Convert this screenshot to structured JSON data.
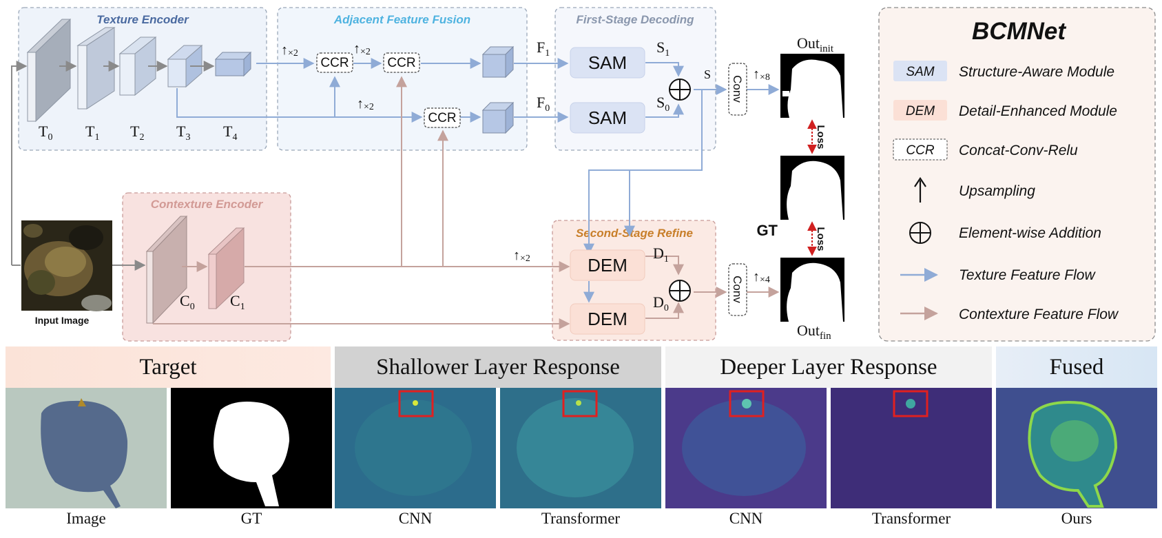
{
  "regions": {
    "texture_encoder": "Texture Encoder",
    "adjacent_fusion": "Adjacent Feature Fusion",
    "first_stage": "First-Stage Decoding",
    "contexture_encoder": "Contexture Encoder",
    "second_stage": "Second-Stage Refine"
  },
  "nodes": {
    "sam": "SAM",
    "dem": "DEM",
    "ccr": "CCR",
    "conv": "Conv",
    "input_image": "Input Image",
    "gt": "GT",
    "loss": "Loss"
  },
  "subscripts": {
    "t0": "0",
    "t1": "1",
    "t2": "2",
    "t3": "3",
    "t4": "4",
    "c0": "0",
    "c1": "1",
    "f1": "1",
    "f0": "0",
    "s1": "1",
    "s0": "0",
    "d1": "1",
    "d0": "0",
    "out_init": "init",
    "out_fin": "fin"
  },
  "symbols": {
    "T": "T",
    "C": "C",
    "F": "F",
    "S": "S",
    "D": "D",
    "Out": "Out",
    "up": "↑",
    "plus": "⊕",
    "x2": "×2",
    "x4": "×4",
    "x8": "×8"
  },
  "legend": {
    "title": "BCMNet",
    "items": [
      {
        "key": "SAM",
        "desc": "Structure-Aware Module"
      },
      {
        "key": "DEM",
        "desc": "Detail-Enhanced Module"
      },
      {
        "key": "CCR",
        "desc": "Concat-Conv-Relu"
      },
      {
        "key": "",
        "desc": "Upsampling"
      },
      {
        "key": "",
        "desc": "Element-wise Addition"
      },
      {
        "key": "",
        "desc": "Texture Feature Flow"
      },
      {
        "key": "",
        "desc": "Contexture Feature Flow"
      }
    ]
  },
  "bottom": {
    "headers": [
      "Target",
      "Shallower Layer Response",
      "Deeper Layer Response",
      "Fused"
    ],
    "captions": [
      "Image",
      "GT",
      "CNN",
      "Transformer",
      "CNN",
      "Transformer",
      "Ours"
    ]
  },
  "colors": {
    "texture_flow": "#8fabd6",
    "contexture_flow": "#c4a29c",
    "sam_fill": "#dbe3f4",
    "dem_fill": "#fbe0d6",
    "target_header": "#fbe3d8",
    "shallow_header": "#d2d2d2",
    "deep_header": "#f2f2f2",
    "fused_header": "#dde9f5",
    "highlight_box": "#e02020"
  }
}
